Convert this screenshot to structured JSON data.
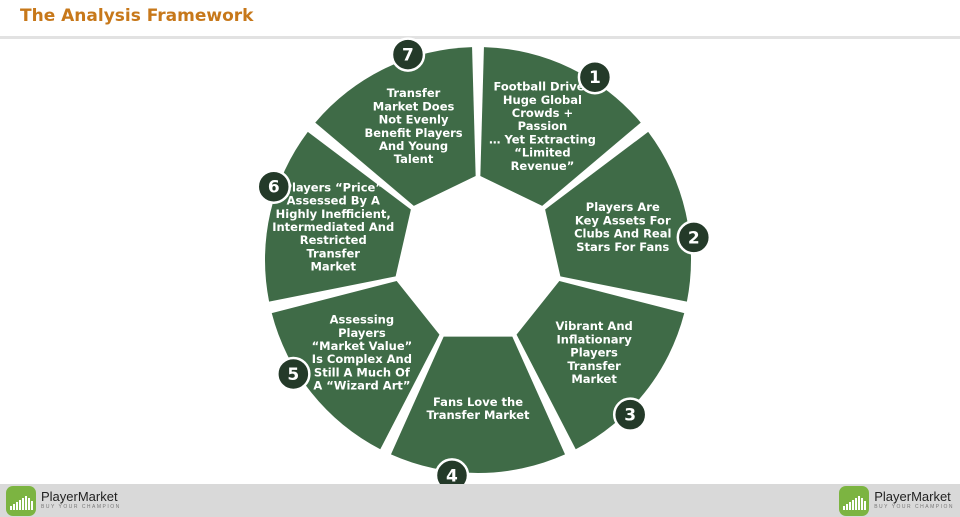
{
  "title": "The Analysis Framework",
  "segments": [
    {
      "number": "1",
      "lines": [
        "Football Drives",
        "Huge Global",
        "Crowds +",
        "Passion",
        "… Yet Extracting",
        "“Limited",
        "Revenue”"
      ]
    },
    {
      "number": "2",
      "lines": [
        "Players Are",
        "Key Assets For",
        "Clubs And Real",
        "Stars For Fans"
      ]
    },
    {
      "number": "3",
      "lines": [
        "Vibrant And",
        "Inflationary",
        "Players",
        "Transfer",
        "Market"
      ]
    },
    {
      "number": "4",
      "lines": [
        "Fans Love the",
        "Transfer Market"
      ]
    },
    {
      "number": "5",
      "lines": [
        "Assessing",
        "Players",
        "“Market Value”",
        "Is Complex And",
        "Still A Much Of",
        "A “Wizard Art”"
      ]
    },
    {
      "number": "6",
      "lines": [
        "Players “Price”",
        "Assessed By A",
        "Highly Inefficient,",
        "Intermediated And",
        "Restricted",
        "Transfer",
        "Market"
      ]
    },
    {
      "number": "7",
      "lines": [
        "Transfer",
        "Market Does",
        "Not Evenly",
        "Benefit Players",
        "And Young",
        "Talent"
      ]
    }
  ],
  "colors": {
    "segment": "#3f6b47",
    "badge": "#243a29",
    "title": "#c7781a",
    "logo": "#7cb441"
  },
  "footer": {
    "brand_left": "PlayerMarket",
    "tagline_left": "BUY YOUR CHAMPION",
    "brand_right": "PlayerMarket",
    "tagline_right": "BUY YOUR CHAMPION"
  }
}
